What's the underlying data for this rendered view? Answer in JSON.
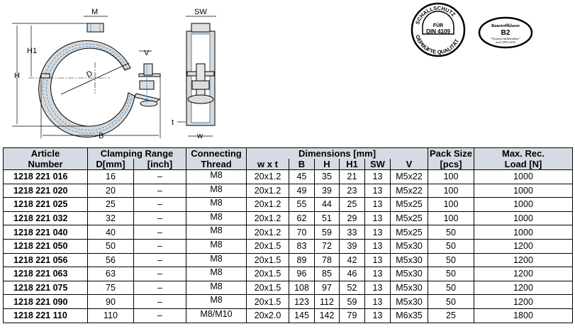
{
  "drawing": {
    "labels": {
      "M": "M",
      "H1": "H1",
      "H": "H",
      "D": "D",
      "V": "V",
      "B": "B",
      "SW": "SW",
      "t": "t",
      "w": "w"
    }
  },
  "badges": {
    "sound": {
      "top": "SCHALLSCHUTZ",
      "center1": "FÜR",
      "center2": "DIN 4109",
      "bottom": "GEPRÜFTE QUALITÄT"
    },
    "fire": {
      "line1": "Baustoffklasse",
      "line2": "B2",
      "line3": "\"Normal entflammbar\"",
      "line4": "nach DIN 4102"
    }
  },
  "table": {
    "headers": {
      "article1": "Article",
      "article2": "Number",
      "clamping": "Clamping Range",
      "d_mm": "D[mm]",
      "inch": "[inch]",
      "thread1": "Connecting",
      "thread2": "Thread",
      "dimensions": "Dimensions [mm]",
      "wxt": "w x t",
      "b": "B",
      "h": "H",
      "h1": "H1",
      "sw": "SW",
      "v": "V",
      "pack1": "Pack Size",
      "pack2": "[pcs]",
      "load1": "Max. Rec.",
      "load2": "Load [N]"
    },
    "rows": [
      [
        "1218 221 016",
        "16",
        "–",
        "M8",
        "20x1.2",
        "45",
        "35",
        "21",
        "13",
        "M5x22",
        "100",
        "1000"
      ],
      [
        "1218 221 020",
        "20",
        "–",
        "M8",
        "20x1.2",
        "49",
        "39",
        "23",
        "13",
        "M5x22",
        "100",
        "1000"
      ],
      [
        "1218 221 025",
        "25",
        "–",
        "M8",
        "20x1.2",
        "55",
        "44",
        "25",
        "13",
        "M5x25",
        "100",
        "1000"
      ],
      [
        "1218 221 032",
        "32",
        "–",
        "M8",
        "20x1.2",
        "62",
        "51",
        "29",
        "13",
        "M5x25",
        "100",
        "1000"
      ],
      [
        "1218 221 040",
        "40",
        "–",
        "M8",
        "20x1.2",
        "70",
        "59",
        "33",
        "13",
        "M5x25",
        "50",
        "1000"
      ],
      [
        "1218 221 050",
        "50",
        "–",
        "M8",
        "20x1.5",
        "83",
        "72",
        "39",
        "13",
        "M5x30",
        "50",
        "1200"
      ],
      [
        "1218 221 056",
        "56",
        "–",
        "M8",
        "20x1.5",
        "89",
        "78",
        "42",
        "13",
        "M5x30",
        "50",
        "1200"
      ],
      [
        "1218 221 063",
        "63",
        "–",
        "M8",
        "20x1.5",
        "96",
        "85",
        "46",
        "13",
        "M5x30",
        "50",
        "1200"
      ],
      [
        "1218 221 075",
        "75",
        "–",
        "M8",
        "20x1.5",
        "108",
        "97",
        "52",
        "13",
        "M5x30",
        "50",
        "1200"
      ],
      [
        "1218 221 090",
        "90",
        "–",
        "M8",
        "20x1.5",
        "123",
        "112",
        "59",
        "13",
        "M5x30",
        "50",
        "1200"
      ],
      [
        "1218 221 110",
        "110",
        "–",
        "M8/M10",
        "20x2.0",
        "145",
        "142",
        "79",
        "13",
        "M6x35",
        "25",
        "1800"
      ]
    ]
  }
}
